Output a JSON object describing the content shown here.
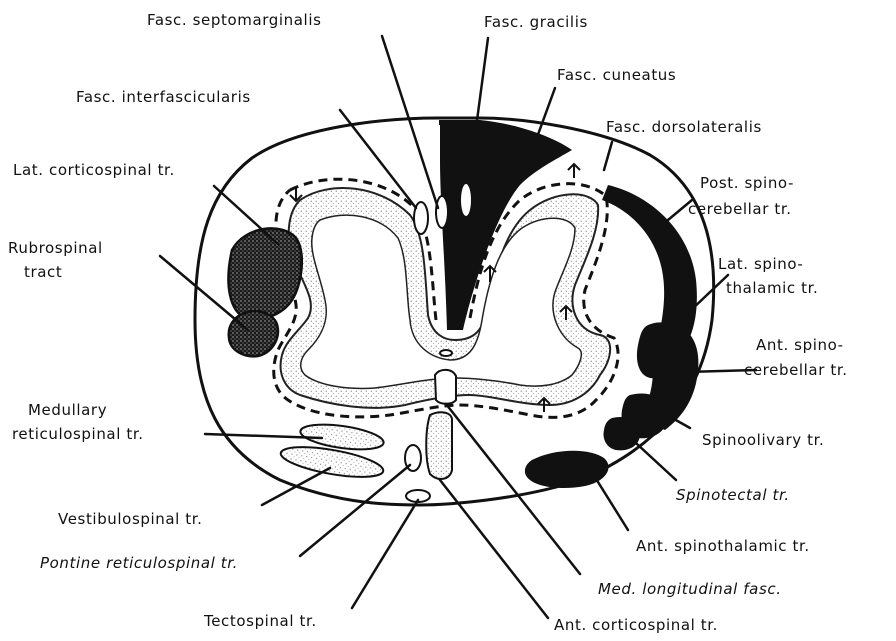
{
  "labels": {
    "fasc_septomarginalis": "Fasc. septomarginalis",
    "fasc_gracilis": "Fasc. gracilis",
    "fasc_cuneatus": "Fasc. cuneatus",
    "fasc_interfascicularis": "Fasc. interfascicularis",
    "fasc_dorsolateralis": "Fasc. dorsolateralis",
    "lat_corticospinal": "Lat. corticospinal tr.",
    "post_spinocerebellar_1": "Post. spino-",
    "post_spinocerebellar_2": "cerebellar tr.",
    "rubrospinal_1": "Rubrospinal",
    "rubrospinal_2": "tract",
    "lat_spinothalamic_1": "Lat. spino-",
    "lat_spinothalamic_2": "thalamic tr.",
    "ant_spinocerebellar_1": "Ant. spino-",
    "ant_spinocerebellar_2": "cerebellar tr.",
    "medullary_reticulospinal_1": "Medullary",
    "medullary_reticulospinal_2": "reticulospinal tr.",
    "spinoolivary": "Spinoolivary tr.",
    "spinotectal": "Spinotectal tr.",
    "vestibulospinal": "Vestibulospinal tr.",
    "ant_spinothalamic": "Ant. spinothalamic tr.",
    "pontine_reticulospinal": "Pontine reticulospinal tr.",
    "med_longitudinal_fasc": "Med. longitudinal fasc.",
    "tectospinal": "Tectospinal tr.",
    "ant_corticospinal": "Ant. corticospinal tr."
  }
}
